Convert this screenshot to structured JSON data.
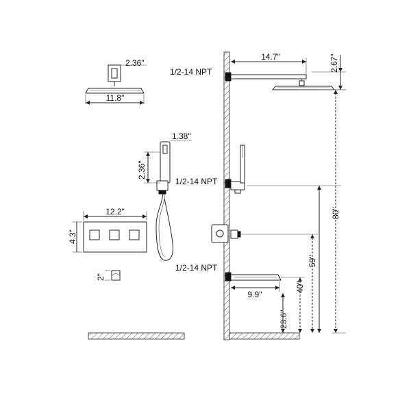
{
  "labels": {
    "head_top_width": "2.36\"",
    "head_width": "11.8\"",
    "hand_width": "1.38\"",
    "hand_height": "2.36\"",
    "valve_width": "12.2\"",
    "valve_height": "4.3\"",
    "spout_size": "2\"",
    "npt_top": "1/2-14 NPT",
    "npt_mid": "1/2-14 NPT",
    "npt_bottom": "1/2-14 NPT",
    "arm_length": "14.7\"",
    "arm_drop": "2.67\"",
    "height_80": "80\"",
    "height_59": "59\"",
    "height_40": "40\"",
    "height_23": "23.6\"",
    "spout_length": "9.9\""
  }
}
